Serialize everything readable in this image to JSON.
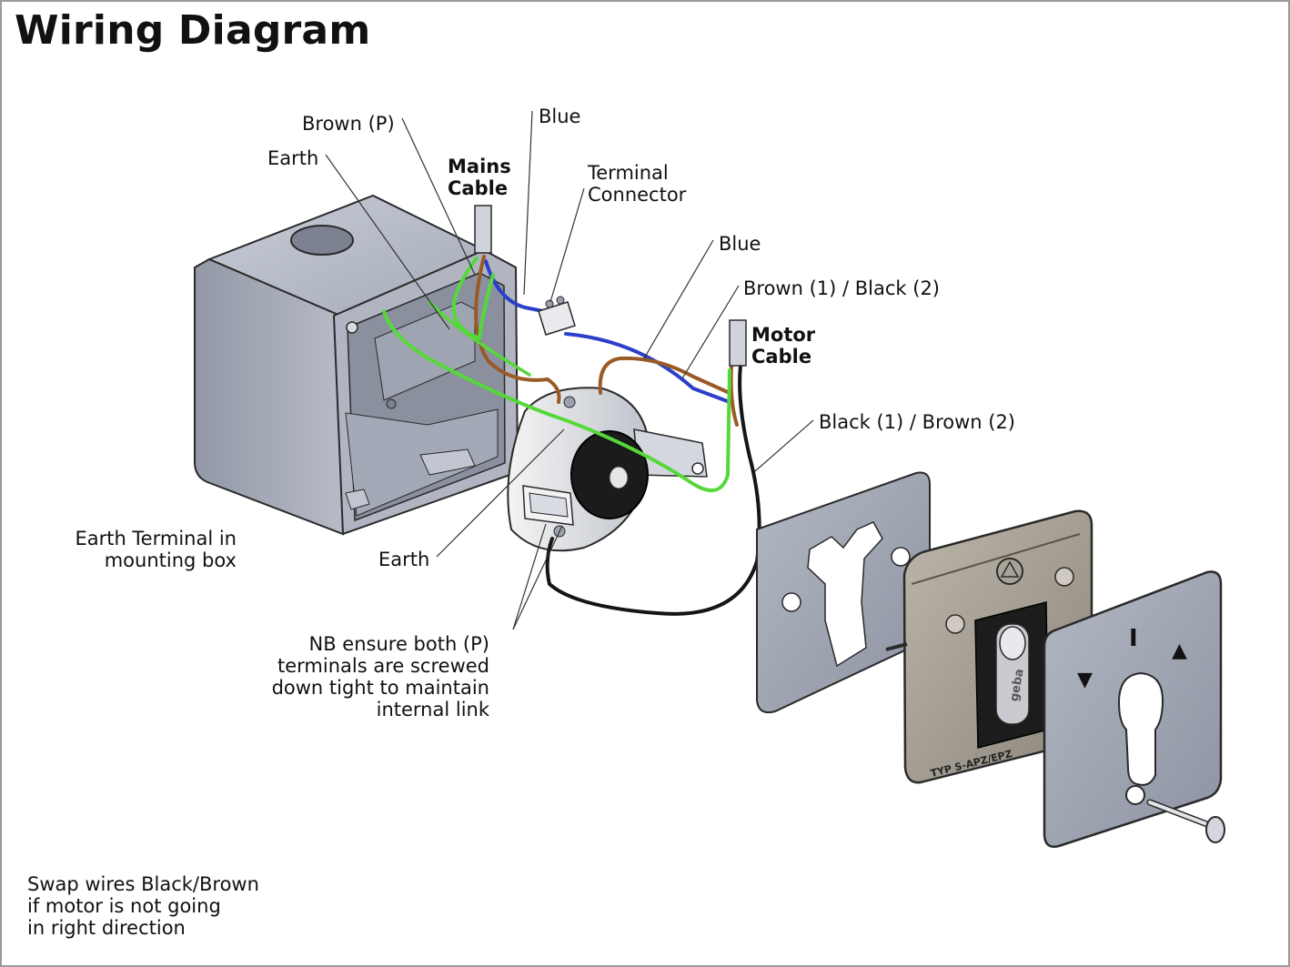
{
  "title": "Wiring Diagram",
  "labels": {
    "brown_p": "Brown (P)",
    "blue_top": "Blue",
    "earth_top": "Earth",
    "mains_cable": [
      "Mains",
      "Cable"
    ],
    "terminal_connector": [
      "Terminal",
      "Connector"
    ],
    "blue_right": "Blue",
    "brown1_black2": "Brown (1) / Black (2)",
    "motor_cable": [
      "Motor",
      "Cable"
    ],
    "black1_brown2": "Black (1) / Brown (2)",
    "earth_terminal": [
      "Earth Terminal in",
      "mounting box"
    ],
    "earth_bottom": "Earth",
    "nb_note": [
      "NB ensure both (P)",
      "terminals are screwed",
      "down tight to maintain",
      "internal link"
    ],
    "swap_note": [
      "Swap wires Black/Brown",
      "if motor is not going",
      "in right direction"
    ]
  },
  "switch_plate": {
    "brand": "geba",
    "type_text": "TYP S-APZ/EPZ"
  },
  "key_plate": {
    "positions": [
      "▼",
      "I",
      "▲"
    ]
  },
  "colors": {
    "wire_blue": "#2c3fc8",
    "wire_brown": "#9a5a26",
    "wire_green": "#56d83a",
    "wire_black": "#151515",
    "metal": "#aab0bd",
    "outline": "#2a2a2a"
  }
}
